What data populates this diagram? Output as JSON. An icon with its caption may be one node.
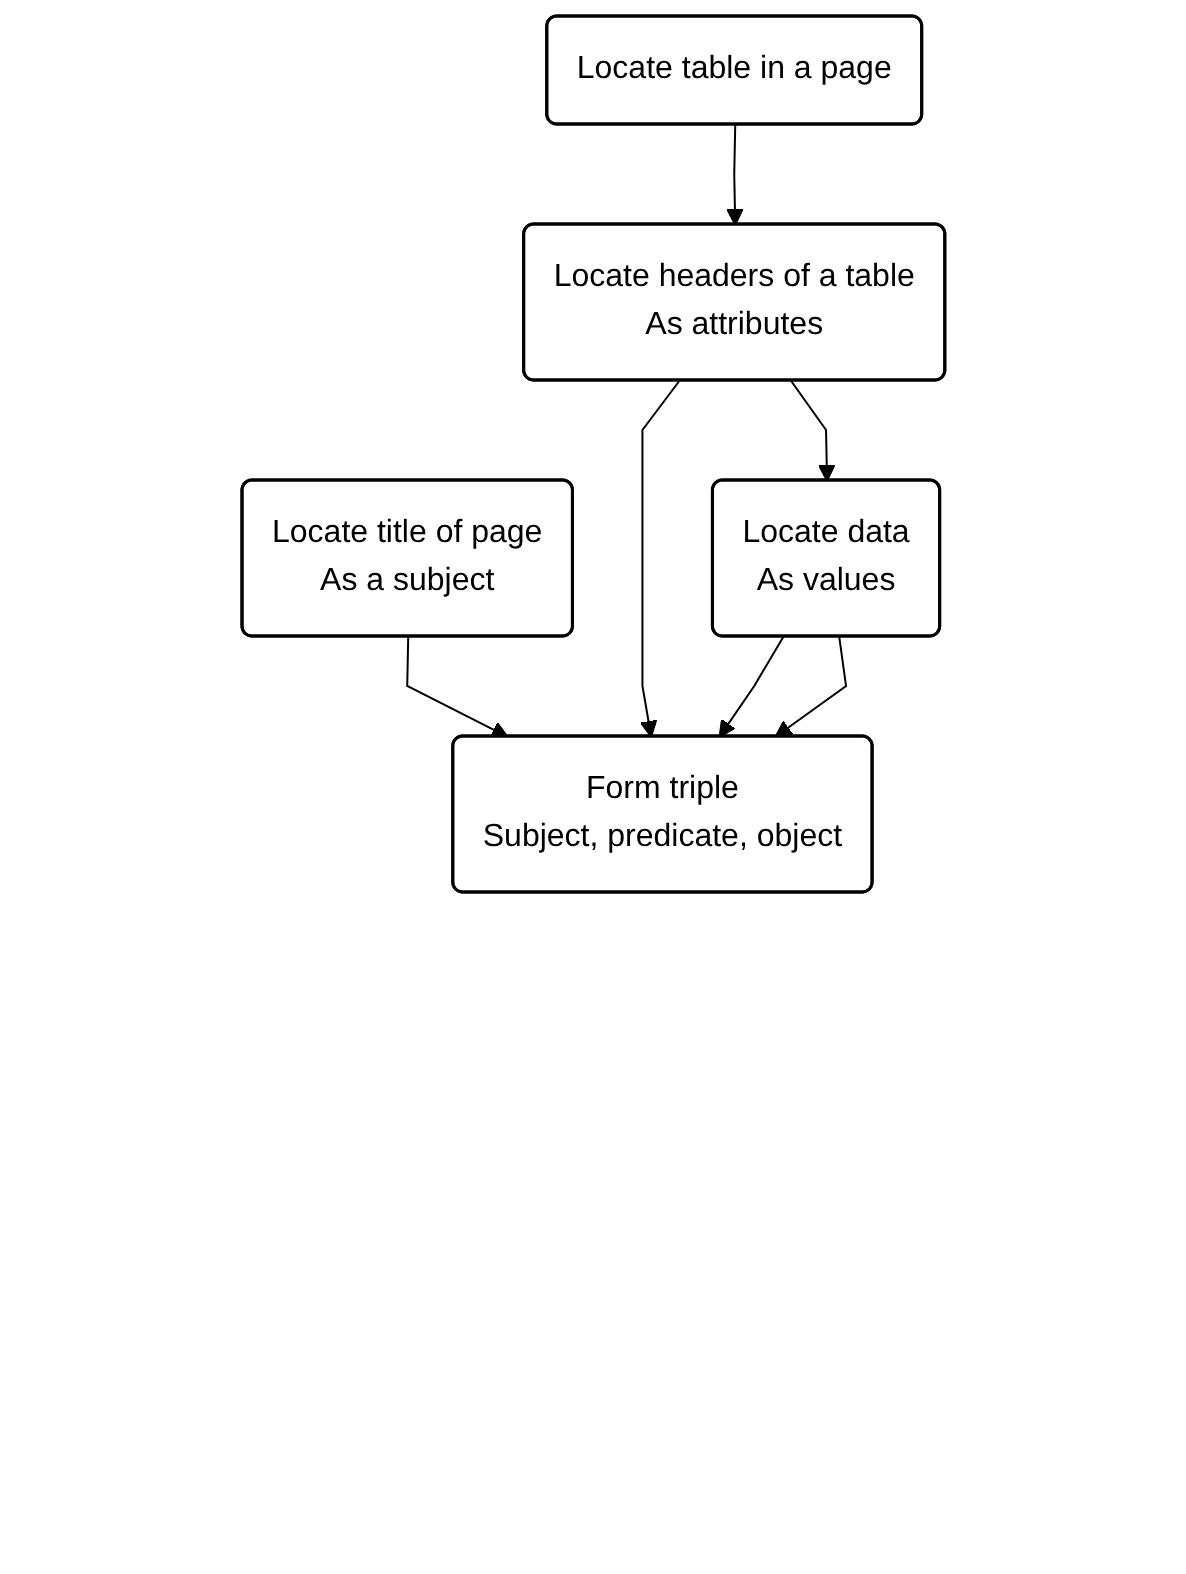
{
  "diagram": {
    "nodes": [
      {
        "text": [
          "Locate title of page",
          "As a subject"
        ]
      },
      {
        "text": [
          "Locate table in a page"
        ]
      },
      {
        "text": [
          "Locate headers of a table",
          "As attributes"
        ]
      },
      {
        "text": [
          "Locate data",
          "As values"
        ]
      },
      {
        "text": [
          "Form triple",
          "Subject, predicate, object"
        ]
      }
    ],
    "edges": [
      {
        "from": 0,
        "to": 4,
        "arrow": "to"
      },
      {
        "from": 1,
        "to": 2,
        "arrow": "to"
      },
      {
        "from": 2,
        "to": 3,
        "arrow": "to"
      },
      {
        "from": 2,
        "to": 4,
        "arrow": "to"
      },
      {
        "from": 3,
        "to": 4,
        "arrow": "to"
      },
      {
        "from": 3,
        "to": 4,
        "arrow": "to"
      }
    ]
  }
}
